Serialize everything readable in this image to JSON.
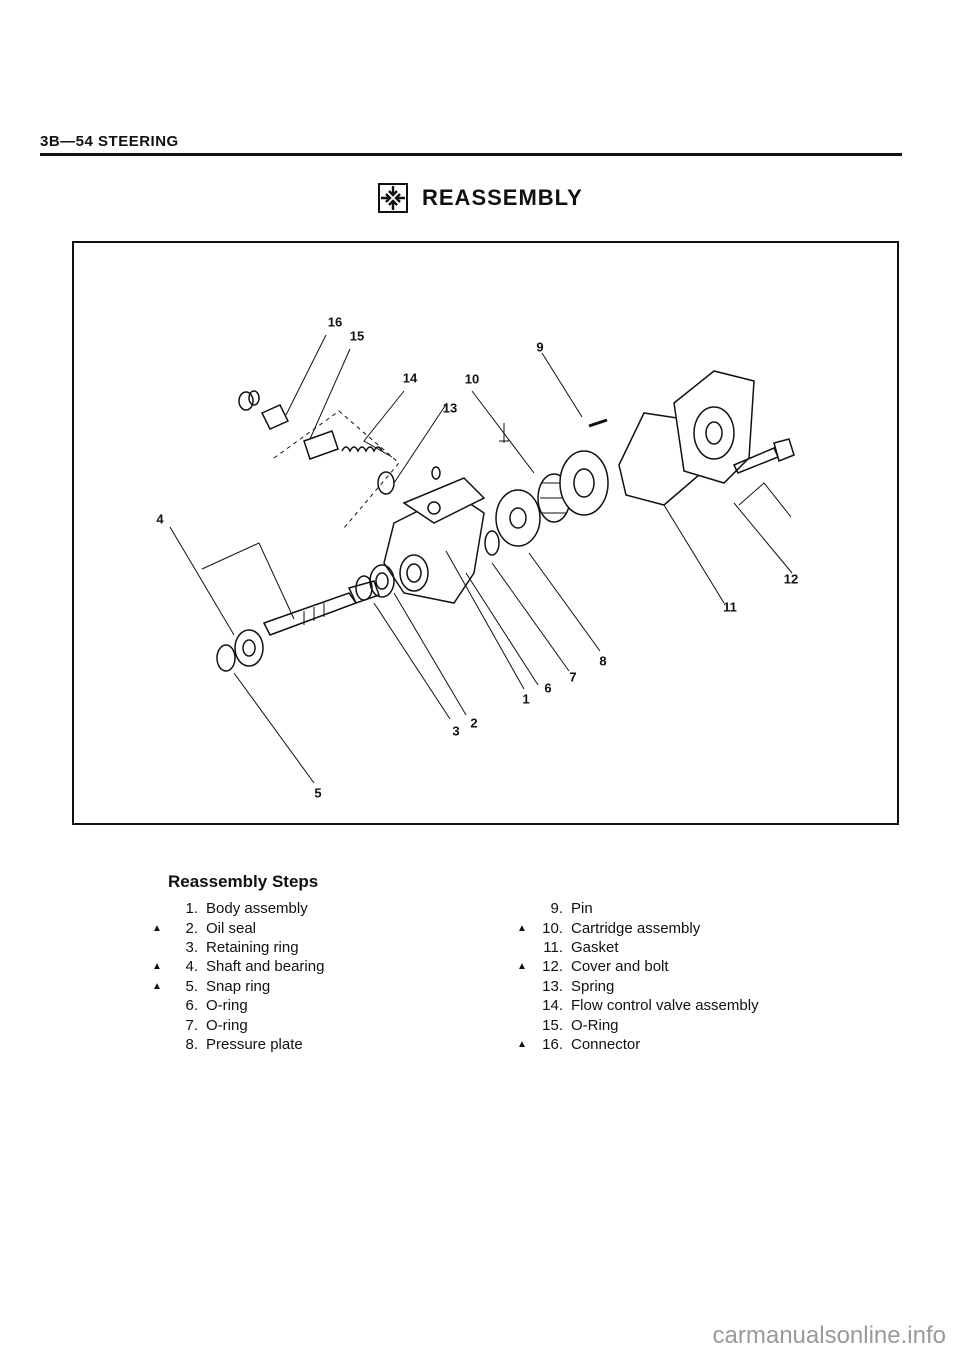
{
  "header": {
    "section": "3B—54 STEERING"
  },
  "section": {
    "title": "REASSEMBLY",
    "icon": "reassembly-arrows-icon"
  },
  "figure": {
    "callouts": [
      "16",
      "15",
      "14",
      "13",
      "10",
      "9",
      "4",
      "12",
      "11",
      "8",
      "7",
      "6",
      "1",
      "2",
      "3",
      "5"
    ]
  },
  "steps": {
    "title": "Reassembly Steps",
    "marker": "▲",
    "left": [
      {
        "num": "1.",
        "label": "Body assembly",
        "marked": false
      },
      {
        "num": "2.",
        "label": "Oil seal",
        "marked": true
      },
      {
        "num": "3.",
        "label": "Retaining ring",
        "marked": false
      },
      {
        "num": "4.",
        "label": "Shaft and bearing",
        "marked": true
      },
      {
        "num": "5.",
        "label": "Snap ring",
        "marked": true
      },
      {
        "num": "6.",
        "label": "O-ring",
        "marked": false
      },
      {
        "num": "7.",
        "label": "O-ring",
        "marked": false
      },
      {
        "num": "8.",
        "label": "Pressure plate",
        "marked": false
      }
    ],
    "right": [
      {
        "num": "9.",
        "label": "Pin",
        "marked": false
      },
      {
        "num": "10.",
        "label": "Cartridge assembly",
        "marked": true
      },
      {
        "num": "11.",
        "label": "Gasket",
        "marked": false
      },
      {
        "num": "12.",
        "label": "Cover and bolt",
        "marked": true
      },
      {
        "num": "13.",
        "label": "Spring",
        "marked": false
      },
      {
        "num": "14.",
        "label": "Flow control valve assembly",
        "marked": false
      },
      {
        "num": "15.",
        "label": "O-Ring",
        "marked": false
      },
      {
        "num": "16.",
        "label": "Connector",
        "marked": true
      }
    ]
  },
  "watermark": {
    "text": "carmanualsonline.info"
  }
}
